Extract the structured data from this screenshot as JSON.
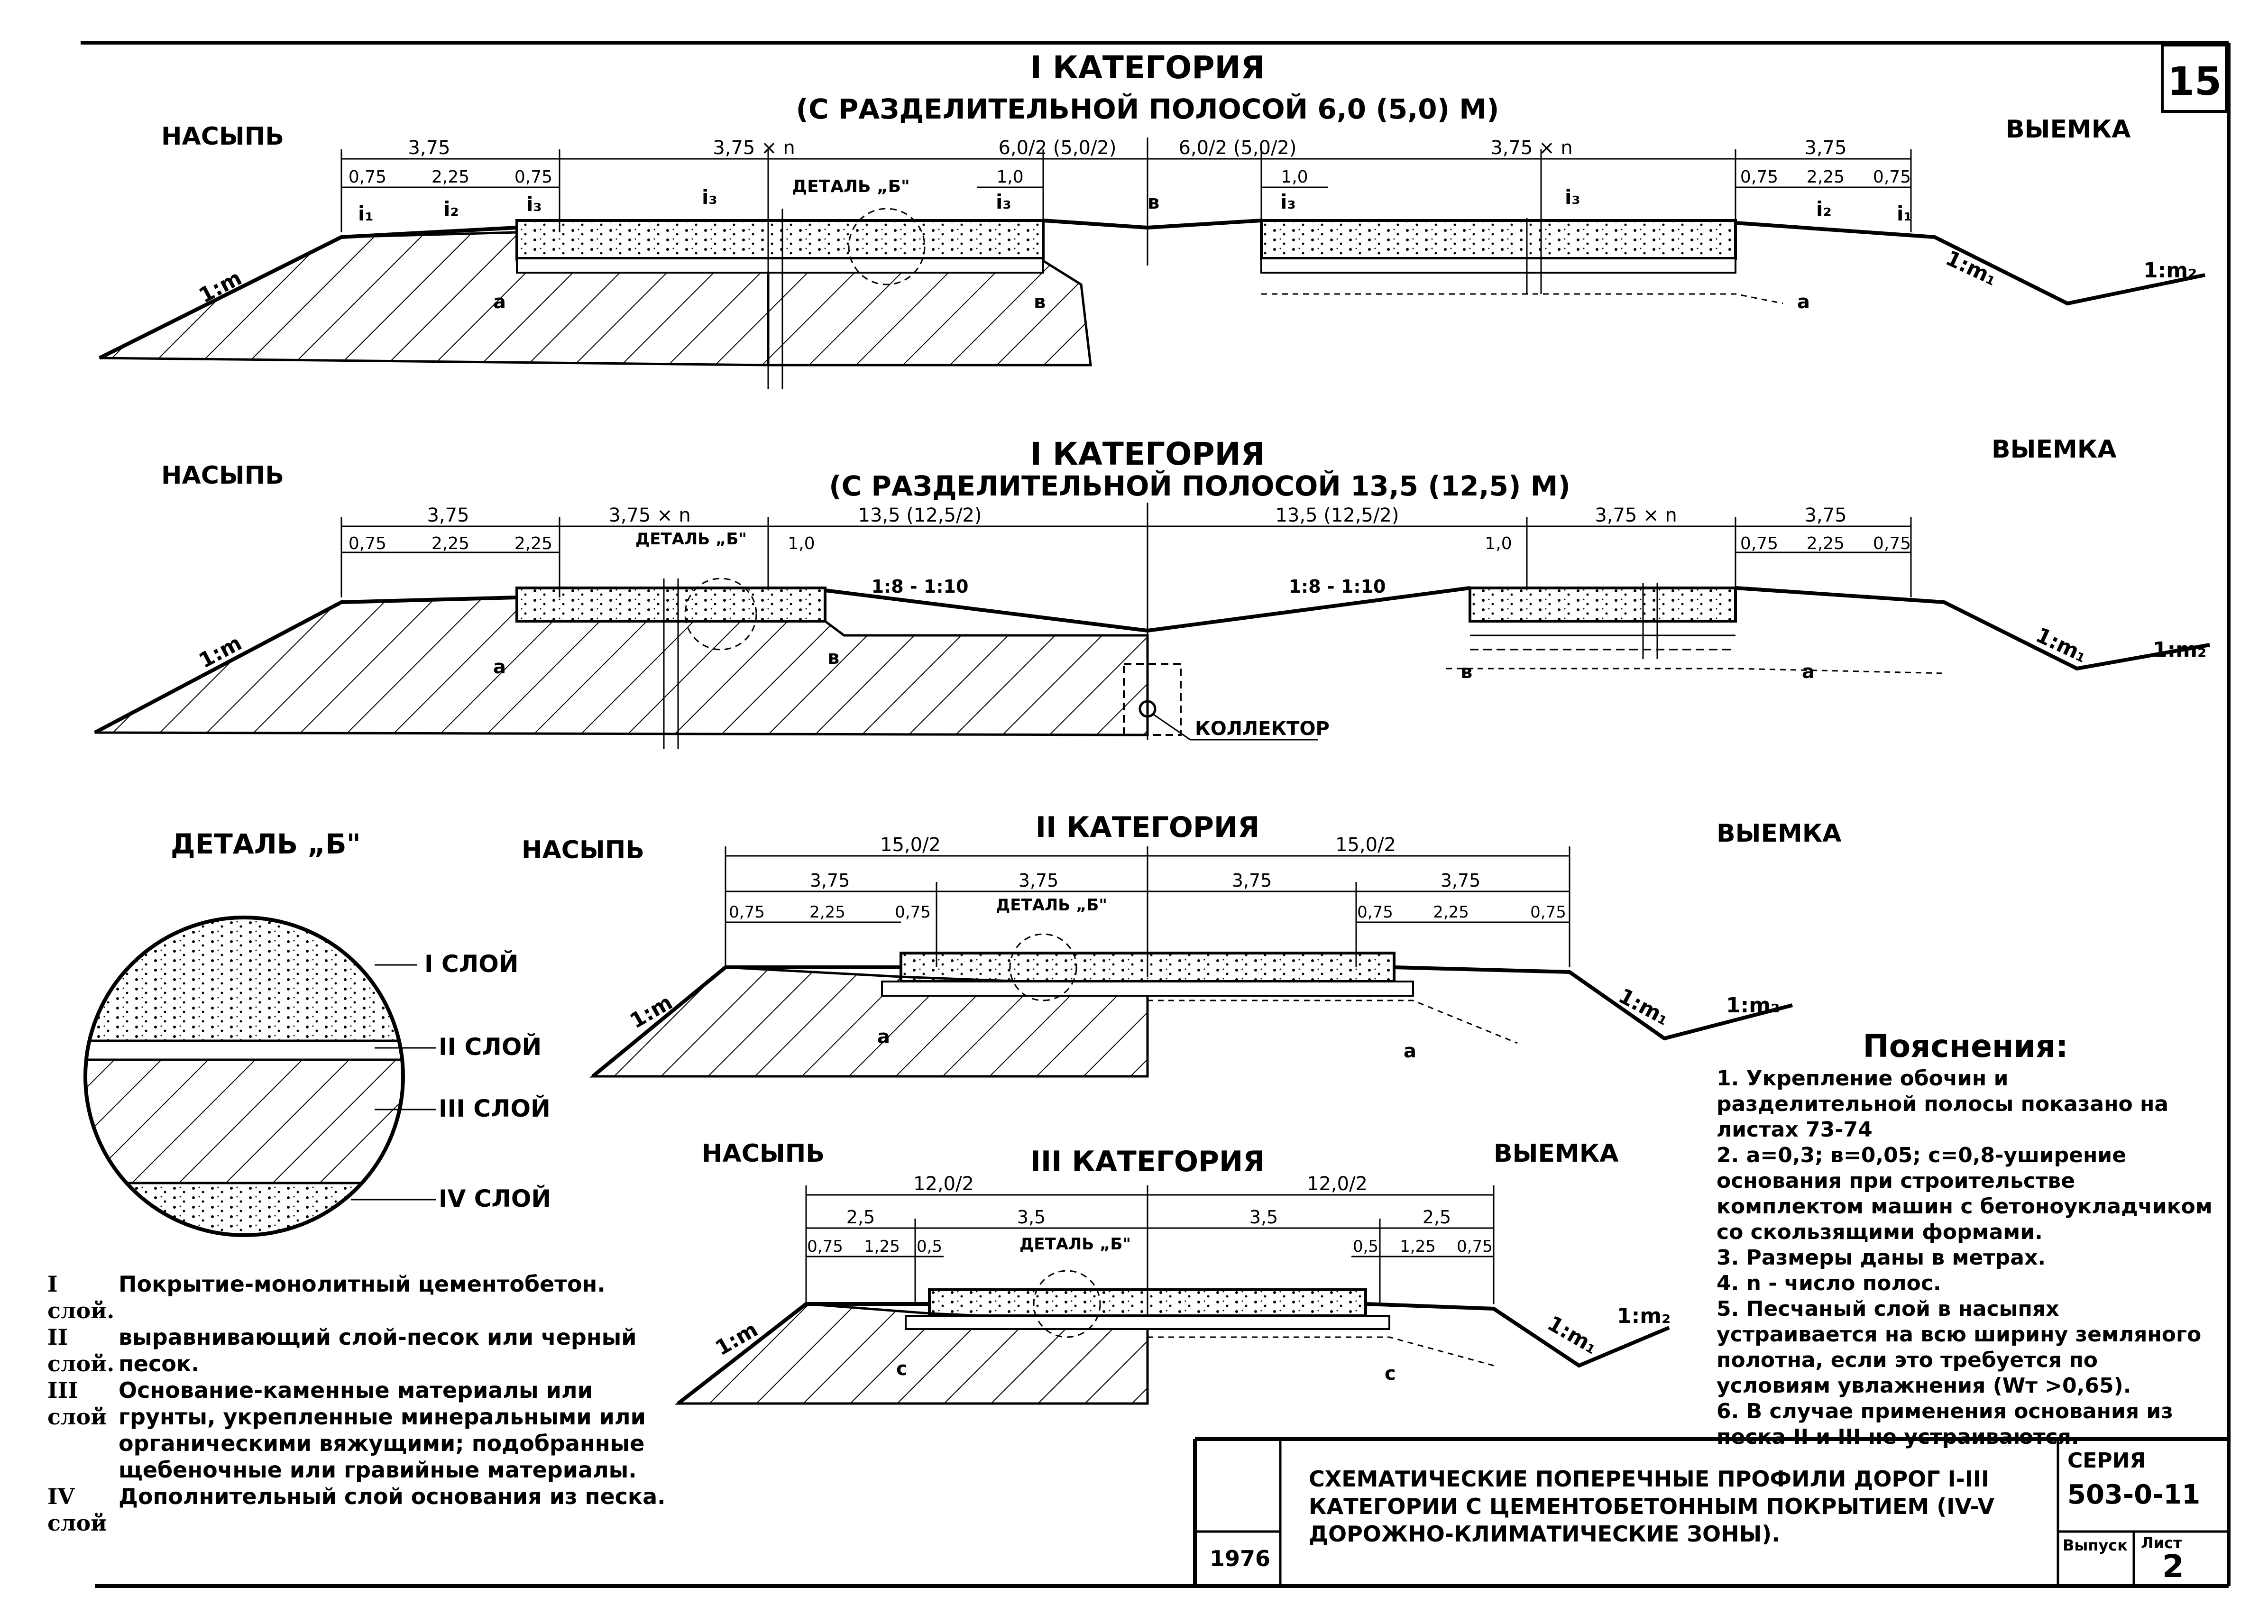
{
  "sheet_number": "15",
  "profiles": {
    "p1": {
      "title": "I КАТЕГОРИЯ",
      "subtitle": "(С РАЗДЕЛИТЕЛЬНОЙ ПОЛОСОЙ 6,0 (5,0) М)",
      "left_label": "НАСЫПЬ",
      "right_label": "ВЫЕМКА",
      "dims_top": [
        "3,75",
        "3,75 × n",
        "6,0/2 (5,0/2)",
        "6,0/2 (5,0/2)",
        "3,75 × n",
        "3,75"
      ],
      "dims_sub_left": [
        "0,75",
        "2,25",
        "0,75",
        "1,0"
      ],
      "dims_sub_right": [
        "1,0",
        "0,75",
        "2,25",
        "0,75"
      ],
      "slopes": [
        "i₁",
        "i₂",
        "i₃",
        "i₃",
        "i₃",
        "i₃",
        "i₃",
        "i₂",
        "i₁"
      ],
      "detail": "ДЕТАЛЬ „Б\"",
      "marks": [
        "1:m",
        "1:m₁",
        "1:m₂",
        "a",
        "a",
        "в",
        "в"
      ]
    },
    "p2": {
      "title": "I КАТЕГОРИЯ",
      "subtitle": "(С РАЗДЕЛИТЕЛЬНОЙ ПОЛОСОЙ 13,5 (12,5) М)",
      "left_label": "НАСЫПЬ",
      "right_label": "ВЫЕМКА",
      "dims_top": [
        "3,75",
        "3,75 × n",
        "13,5 (12,5/2)",
        "13,5 (12,5/2)",
        "3,75 × n",
        "3,75"
      ],
      "dims_sub_left": [
        "0,75",
        "2,25",
        "2,25",
        "1,0"
      ],
      "dims_sub_right": [
        "1,0",
        "0,75",
        "2,25",
        "0,75"
      ],
      "slope_median": [
        "1:8 - 1:10",
        "1:8 - 1:10"
      ],
      "detail": "ДЕТАЛЬ „Б\"",
      "collector": "КОЛЛЕКТОР",
      "marks": [
        "1:m",
        "1:m₁",
        "1:m₂",
        "a",
        "a",
        "в",
        "в"
      ]
    },
    "p3": {
      "title": "II КАТЕГОРИЯ",
      "left_label": "НАСЫПЬ",
      "right_label": "ВЫЕМКА",
      "dims_top": [
        "15,0/2",
        "15,0/2"
      ],
      "dims_mid": [
        "3,75",
        "3,75",
        "3,75",
        "3,75"
      ],
      "dims_sub_left": [
        "0,75",
        "2,25",
        "0,75"
      ],
      "dims_sub_right": [
        "0,75",
        "2,25",
        "0,75"
      ],
      "detail": "ДЕТАЛЬ „Б\"",
      "marks": [
        "1:m",
        "1:m₁",
        "1:m₂",
        "a",
        "a"
      ]
    },
    "p4": {
      "title": "III КАТЕГОРИЯ",
      "left_label": "НАСЫПЬ",
      "right_label": "ВЫЕМКА",
      "dims_top": [
        "12,0/2",
        "12,0/2"
      ],
      "dims_mid": [
        "2,5",
        "3,5",
        "3,5",
        "2,5"
      ],
      "dims_sub_left": [
        "0,75",
        "1,25",
        "0,5"
      ],
      "dims_sub_right": [
        "0,5",
        "1,25",
        "0,75"
      ],
      "detail": "ДЕТАЛЬ „Б\"",
      "marks": [
        "1:m",
        "1:m₁",
        "1:m₂",
        "c",
        "c"
      ]
    }
  },
  "detail_b": {
    "title": "ДЕТАЛЬ „Б\"",
    "layers": [
      "I СЛОЙ",
      "II СЛОЙ",
      "III СЛОЙ",
      "IV СЛОЙ"
    ]
  },
  "legend": [
    {
      "key": "I слой.",
      "text": "Покрытие-монолитный цементобетон."
    },
    {
      "key": "II слой.",
      "text": "выравнивающий слой-песок или черный песок."
    },
    {
      "key": "III слой",
      "text": "Основание-каменные материалы или грунты, укрепленные минеральными или органическими вяжущими; подобранные щебеночные или гравийные материалы."
    },
    {
      "key": "IV слой",
      "text": "Дополнительный слой основания из песка."
    }
  ],
  "notes": {
    "heading": "Пояснения:",
    "items": [
      "1. Укрепление обочин и разделительной полосы показано на листах 73-74",
      "2. a=0,3; в=0,05; c=0,8-уширение основания при строительстве комплектом машин с бетоноукладчиком со скользящими формами.",
      "3. Размеры даны в метрах.",
      "4. n - число полос.",
      "5. Песчаный слой в насыпях устраивается на всю ширину земляного полотна, если это требуется по условиям увлажнения (Wт >0,65).",
      "6. В случае применения основания из песка II и III не устраиваются."
    ]
  },
  "title_block": {
    "title": "СХЕМАТИЧЕСКИЕ ПОПЕРЕЧНЫЕ ПРОФИЛИ ДОРОГ I-III КАТЕГОРИИ С ЦЕМЕНТОБЕТОННЫМ ПОКРЫТИЕМ (IV-V ДОРОЖНО-КЛИМАТИЧЕСКИЕ ЗОНЫ).",
    "year": "1976",
    "series_label": "СЕРИЯ",
    "series_value": "503-0-11",
    "issue_label": "Выпуск",
    "sheet_label": "Лист",
    "sheet_value": "2"
  }
}
